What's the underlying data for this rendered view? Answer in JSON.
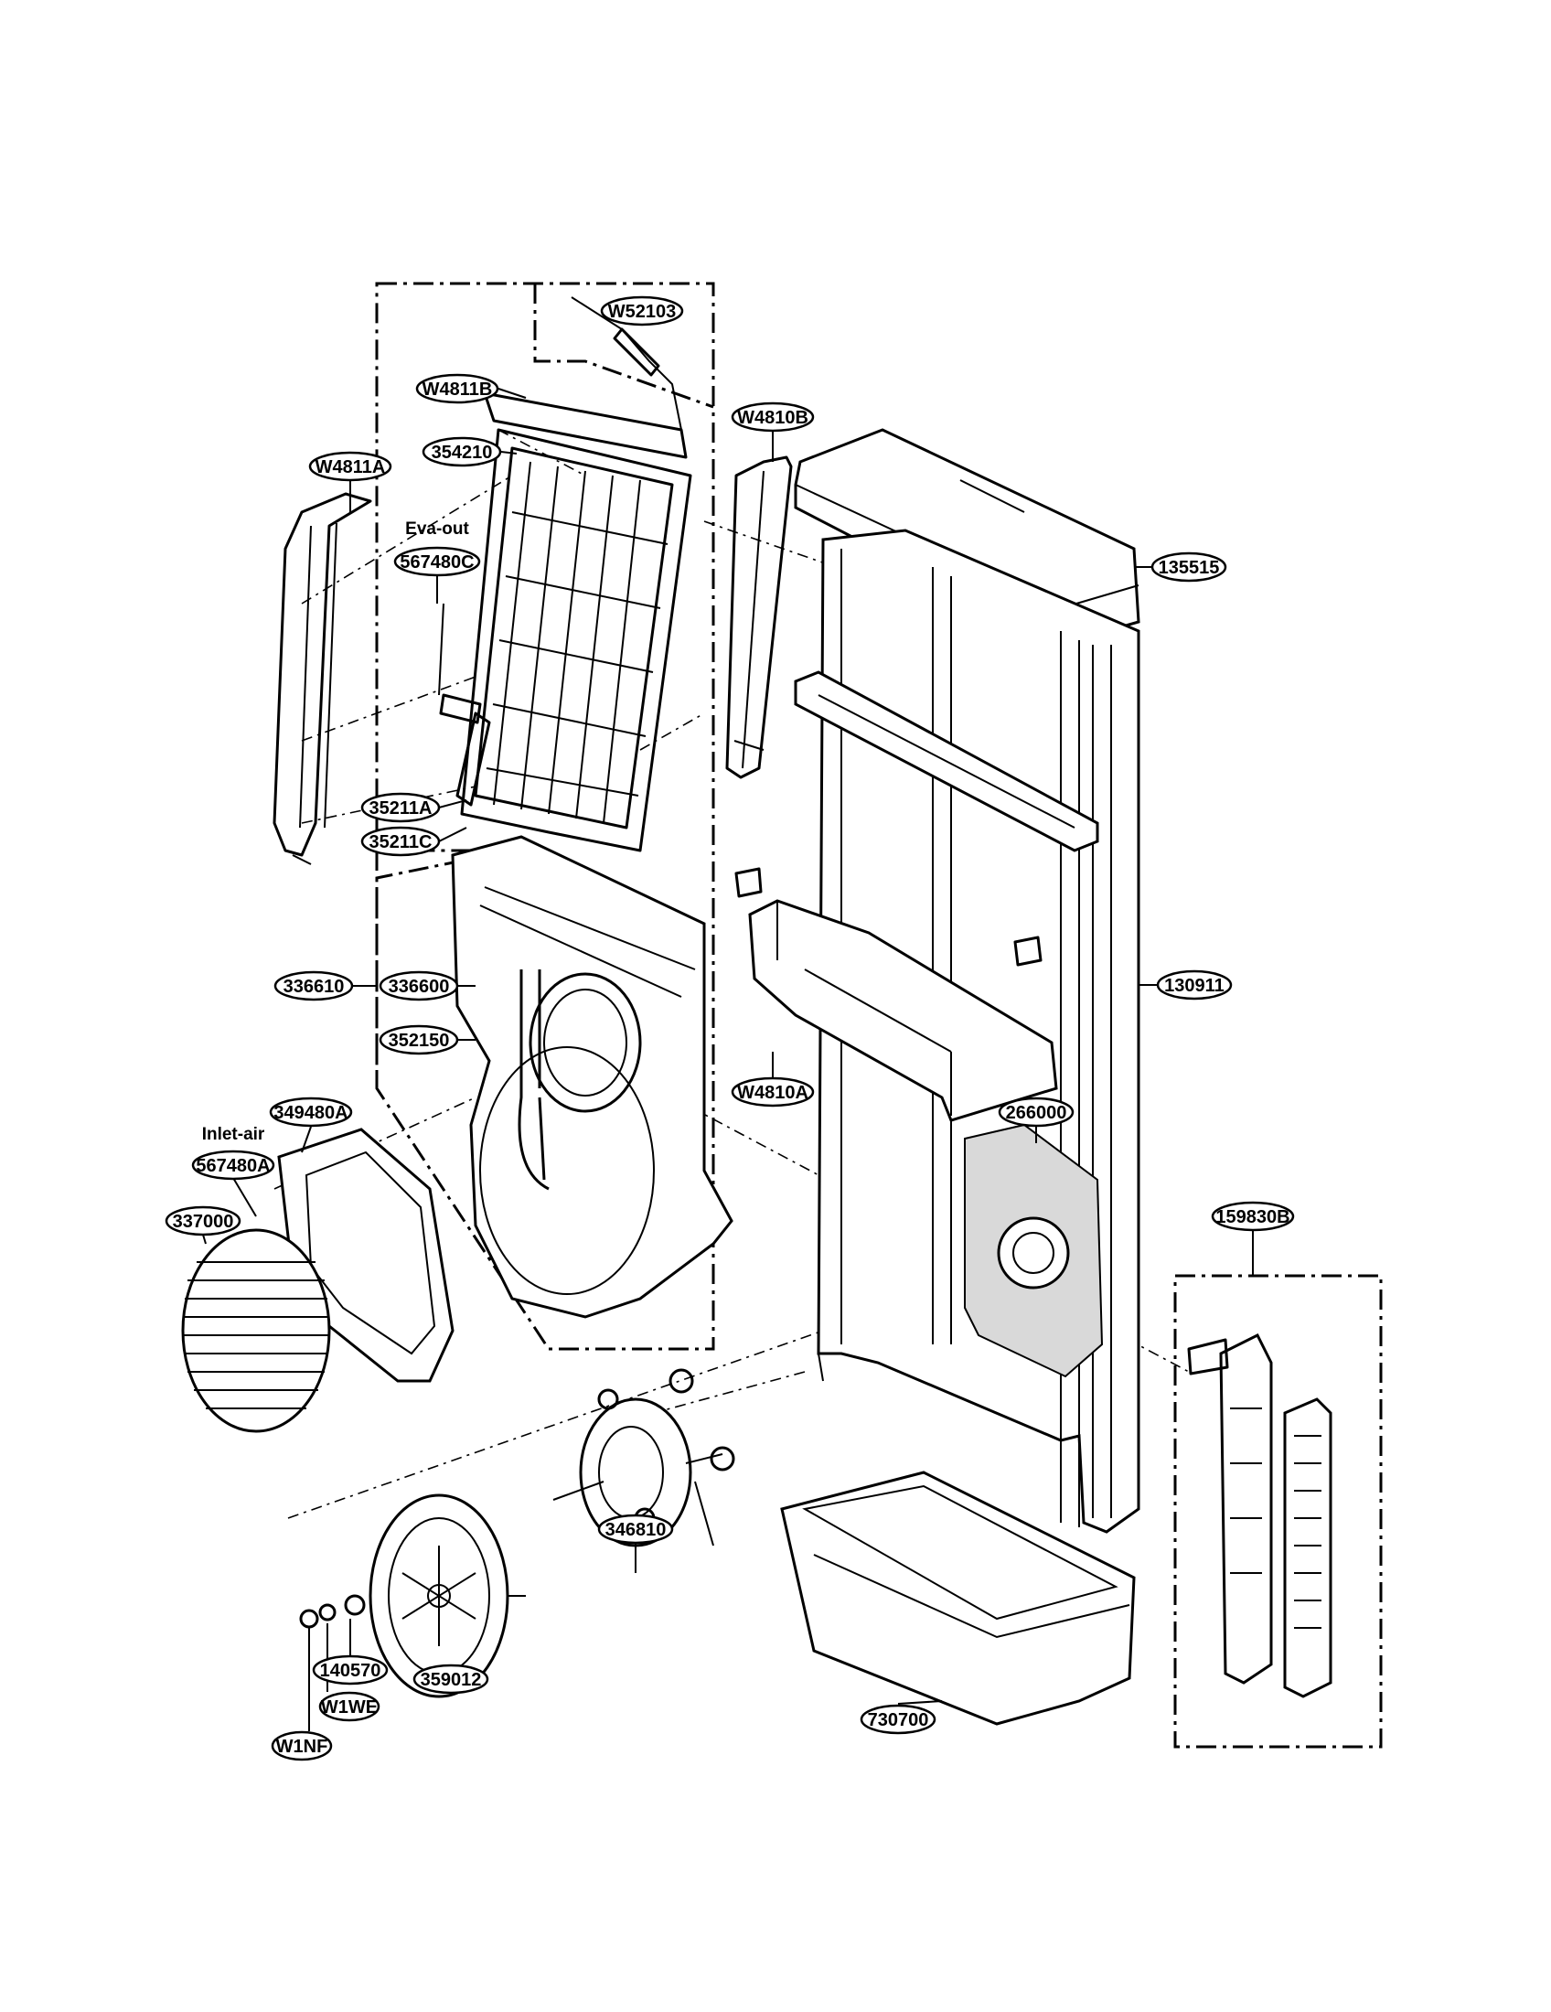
{
  "diagram": {
    "part_labels": [
      "W52103",
      "W4811B",
      "354210",
      "W4811A",
      "Eva-out",
      "567480C",
      "35211A",
      "35211C",
      "W4810B",
      "135515",
      "336610",
      "336600",
      "352150",
      "266000",
      "130911",
      "W4810A",
      "Inlet-air",
      "567480A",
      "349480A",
      "337000",
      "159830B",
      "346810",
      "140570",
      "359012",
      "W1WE",
      "W1NF",
      "730700"
    ]
  }
}
